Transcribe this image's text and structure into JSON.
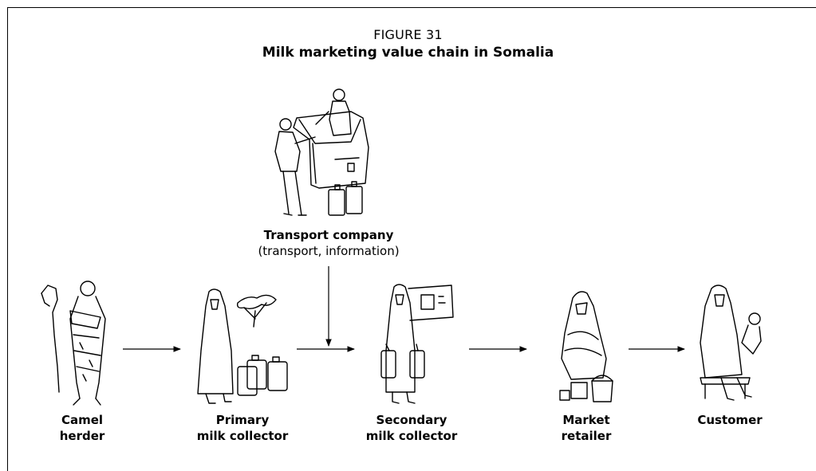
{
  "figure": {
    "number": "FIGURE 31",
    "title": "Milk marketing value chain in Somalia"
  },
  "transport": {
    "name": "Transport company",
    "role": "(transport, information)"
  },
  "chain": [
    {
      "line1": "Camel",
      "line2": "herder"
    },
    {
      "line1": "Primary",
      "line2": "milk collector"
    },
    {
      "line1": "Secondary",
      "line2": "milk collector"
    },
    {
      "line1": "Market",
      "line2": "retailer"
    },
    {
      "line1": "Customer",
      "line2": ""
    }
  ],
  "colors": {
    "ink": "#000000",
    "background": "#ffffff"
  }
}
